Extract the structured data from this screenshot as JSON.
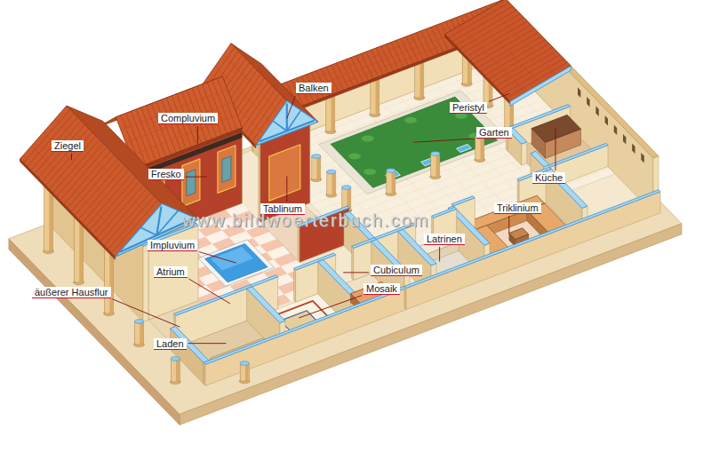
{
  "diagram": {
    "labels": [
      "Balken",
      "Peristyl",
      "Compluvium",
      "Garten",
      "Ziegel",
      "Fresko",
      "Küche",
      "Triklinium",
      "Tablinum",
      "www.bildwoerterbuch.com",
      "Latrinen",
      "Impluvium",
      "Cubiculum",
      "Atrium",
      "Mosaik",
      "äußerer Hausflur",
      "Laden"
    ]
  }
}
